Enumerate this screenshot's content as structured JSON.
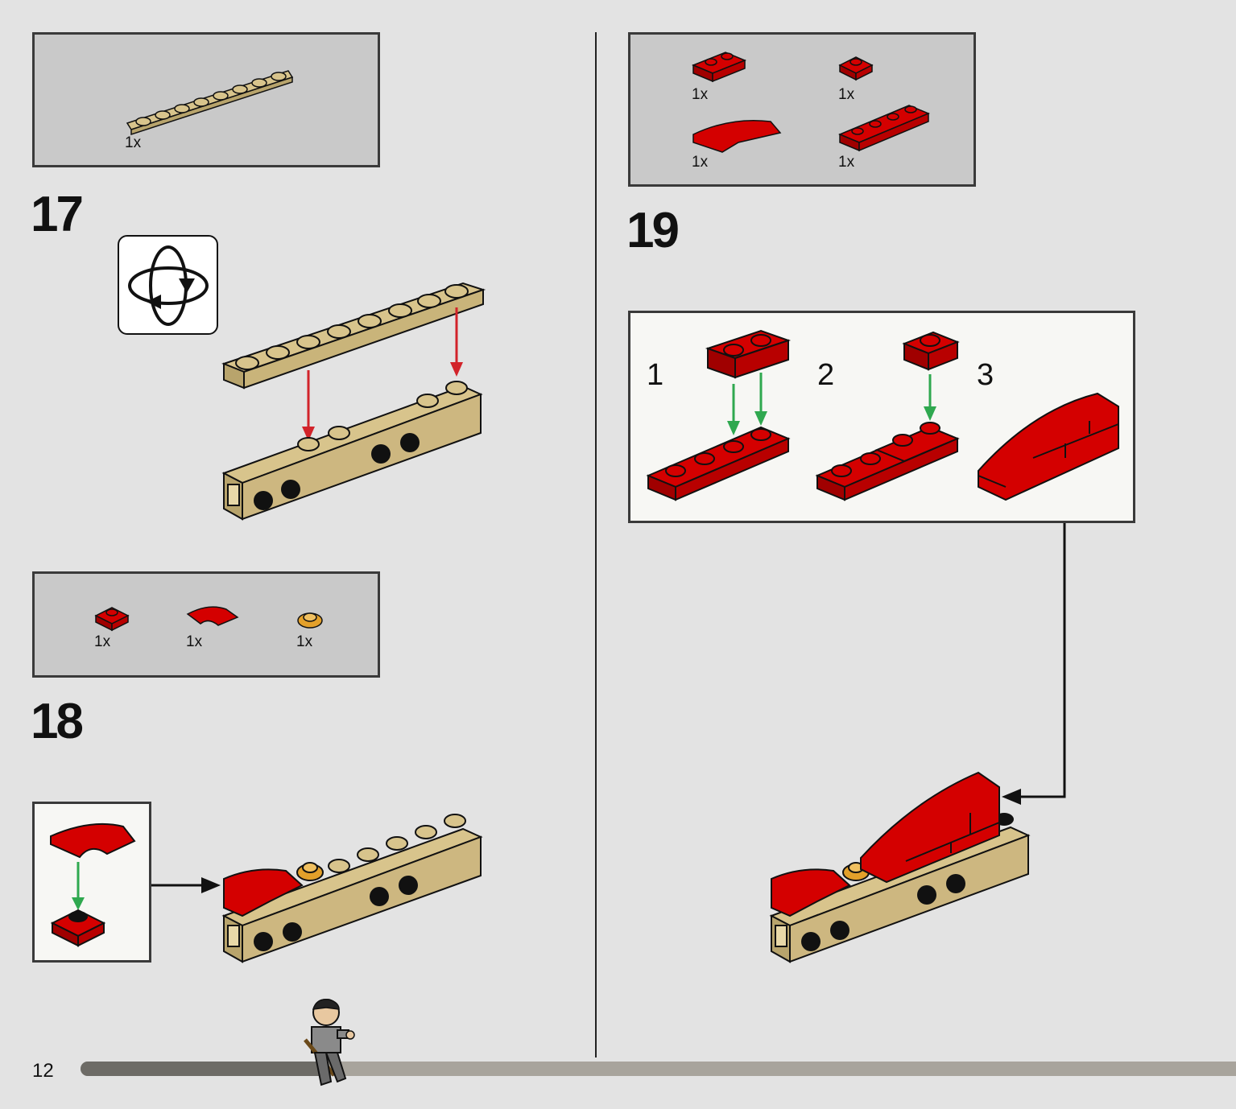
{
  "page_number": "12",
  "progress": 0.21,
  "colors": {
    "tan": "#d8c48c",
    "red": "#d40000",
    "gold": "#e3a02a",
    "arrow_red": "#d2232a",
    "arrow_green": "#2fa84f",
    "panel_bg": "#c9c9c9",
    "page_bg": "#e3e3e3"
  },
  "step17": {
    "number": "17",
    "parts": [
      {
        "qty": "1x",
        "part": "tan 1x8 plate"
      }
    ],
    "rotate_icon": "rotate-model-icon"
  },
  "step18": {
    "number": "18",
    "parts": [
      {
        "qty": "1x",
        "part": "red 1x1 plate"
      },
      {
        "qty": "1x",
        "part": "red curved slope"
      },
      {
        "qty": "1x",
        "part": "gold round plate"
      }
    ]
  },
  "step19": {
    "number": "19",
    "parts": [
      {
        "qty": "1x",
        "part": "red 1x2 plate"
      },
      {
        "qty": "1x",
        "part": "red 1x1 plate"
      },
      {
        "qty": "1x",
        "part": "red curved slope 1x4"
      },
      {
        "qty": "1x",
        "part": "red 1x4 plate"
      }
    ],
    "substeps": [
      "1",
      "2",
      "3"
    ]
  }
}
